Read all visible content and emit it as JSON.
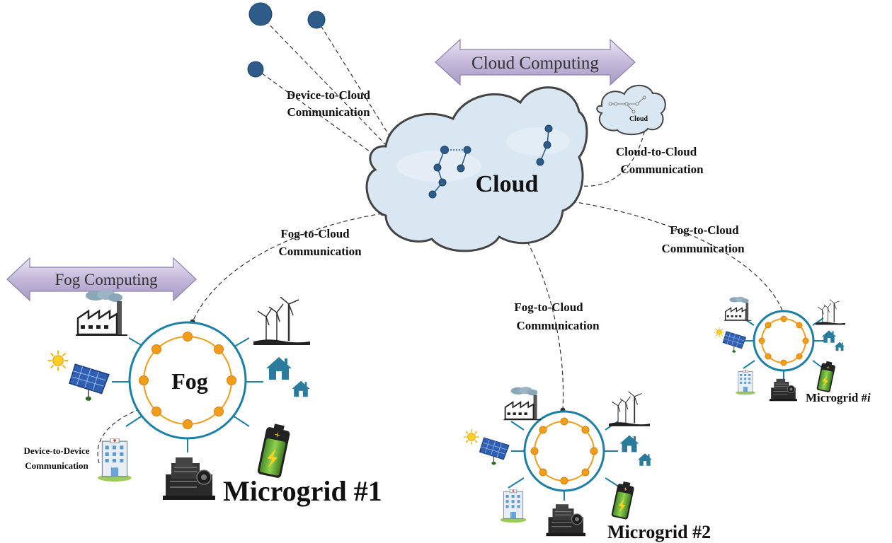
{
  "labels": {
    "cloud_computing": "Cloud Computing",
    "fog_computing": "Fog Computing",
    "cloud": "Cloud",
    "small_cloud": "Cloud",
    "fog": "Fog",
    "device_to_cloud_1": "Device-to-Cloud",
    "device_to_cloud_2": "Communication",
    "cloud_to_cloud_1": "Cloud-to-Cloud",
    "cloud_to_cloud_2": "Communication",
    "fog_to_cloud_left_1": "Fog-to-Cloud",
    "fog_to_cloud_left_2": "Communication",
    "fog_to_cloud_mid_1": "Fog-to-Cloud",
    "fog_to_cloud_mid_2": "Communication",
    "fog_to_cloud_right_1": "Fog-to-Cloud",
    "fog_to_cloud_right_2": "Communication",
    "device_to_device_1": "Device-to-Device",
    "device_to_device_2": "Communication",
    "microgrid_1": "Microgrid #1",
    "microgrid_2": "Microgrid #2",
    "microgrid_i_prefix": "Microgrid #",
    "microgrid_i_suffix": "i"
  },
  "colors": {
    "ring": "#1b7fa6",
    "fog_nodes": "#f29d1a",
    "cloud_fill": "#d9e7f3",
    "arrow_fill": "#c4b8da",
    "device_nodes": "#2e5c8a",
    "house": "#2b7c9c",
    "battery": "#6db33f"
  },
  "icons": [
    "factory-icon",
    "wind-turbine-icon",
    "house-icon",
    "solar-panel-icon",
    "sun-icon",
    "hospital-icon",
    "generator-icon",
    "battery-icon"
  ]
}
